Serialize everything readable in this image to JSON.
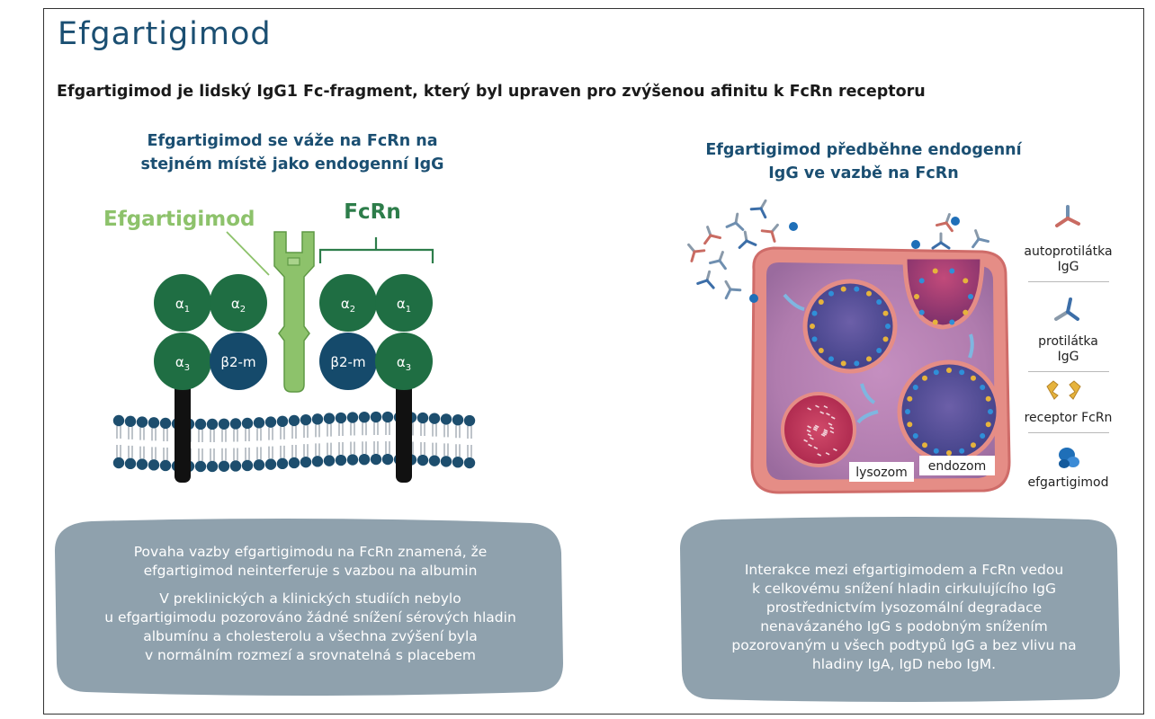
{
  "title": "Efgartigimod",
  "subtitle": "Efgartigimod je lidský IgG1 Fc-fragment, který byl upraven pro zvýšenou afinitu k FcRn receptoru",
  "left_panel": {
    "heading_lines": [
      "Efgartigimod se váže na FcRn na",
      "stejném místě jako endogenní IgG"
    ],
    "label_efgartigimod": "Efgartigimod",
    "label_fcrn": "FcRn",
    "circles": {
      "alpha1_left": "α1",
      "alpha2_left": "α2",
      "alpha3_left": "α3",
      "b2m_left": "β2-m",
      "alpha2_right": "α2",
      "alpha1_right": "α1",
      "b2m_right": "β2-m",
      "alpha3_right": "α3"
    },
    "info_paragraph_1": [
      "Povaha vazby efgartigimodu na FcRn znamená, že",
      "efgartigimod neinterferuje s vazbou na albumin"
    ],
    "info_paragraph_2": [
      "V preklinických a klinických studiích nebylo",
      "u efgartigimodu pozorováno žádné snížení sérových hladin",
      "albumínu a cholesterolu a všechna zvýšení byla",
      "v normálním rozmezí a srovnatelná s placebem"
    ]
  },
  "right_panel": {
    "heading_lines": [
      "Efgartigimod předběhne endogenní",
      "IgG ve vazbě na FcRn"
    ],
    "cell_labels": {
      "lysosome": "lysozom",
      "endosome": "endozom"
    },
    "legend": [
      {
        "lines": [
          "autoprotilátka",
          "IgG"
        ],
        "icon": "autoantibody-icon"
      },
      {
        "lines": [
          "protilátka",
          "IgG"
        ],
        "icon": "antibody-icon"
      },
      {
        "lines": [
          "receptor FcRn"
        ],
        "icon": "fcrn-receptor-icon"
      },
      {
        "lines": [
          "efgartigimod"
        ],
        "icon": "efgartigimod-icon"
      }
    ],
    "info_lines": [
      "Interakce mezi efgartigimodem a FcRn vedou",
      "k celkovému snížení hladin cirkulujícího IgG",
      "prostřednictvím lysozomální degradace",
      "nenavázaného IgG s podobným snížením",
      "pozorovaným u všech podtypů IgG a bez vlivu na",
      "hladiny IgA, IgD nebo IgM."
    ]
  },
  "colors": {
    "title": "#1b4f72",
    "alpha_circle": "#1f6e43",
    "b2m_circle": "#154a6b",
    "efgartigimod": "#8dc26b",
    "fcrn_label": "#2d7d4a",
    "membrane": "#1d4e6e",
    "info_box": "#8fa1ad"
  }
}
